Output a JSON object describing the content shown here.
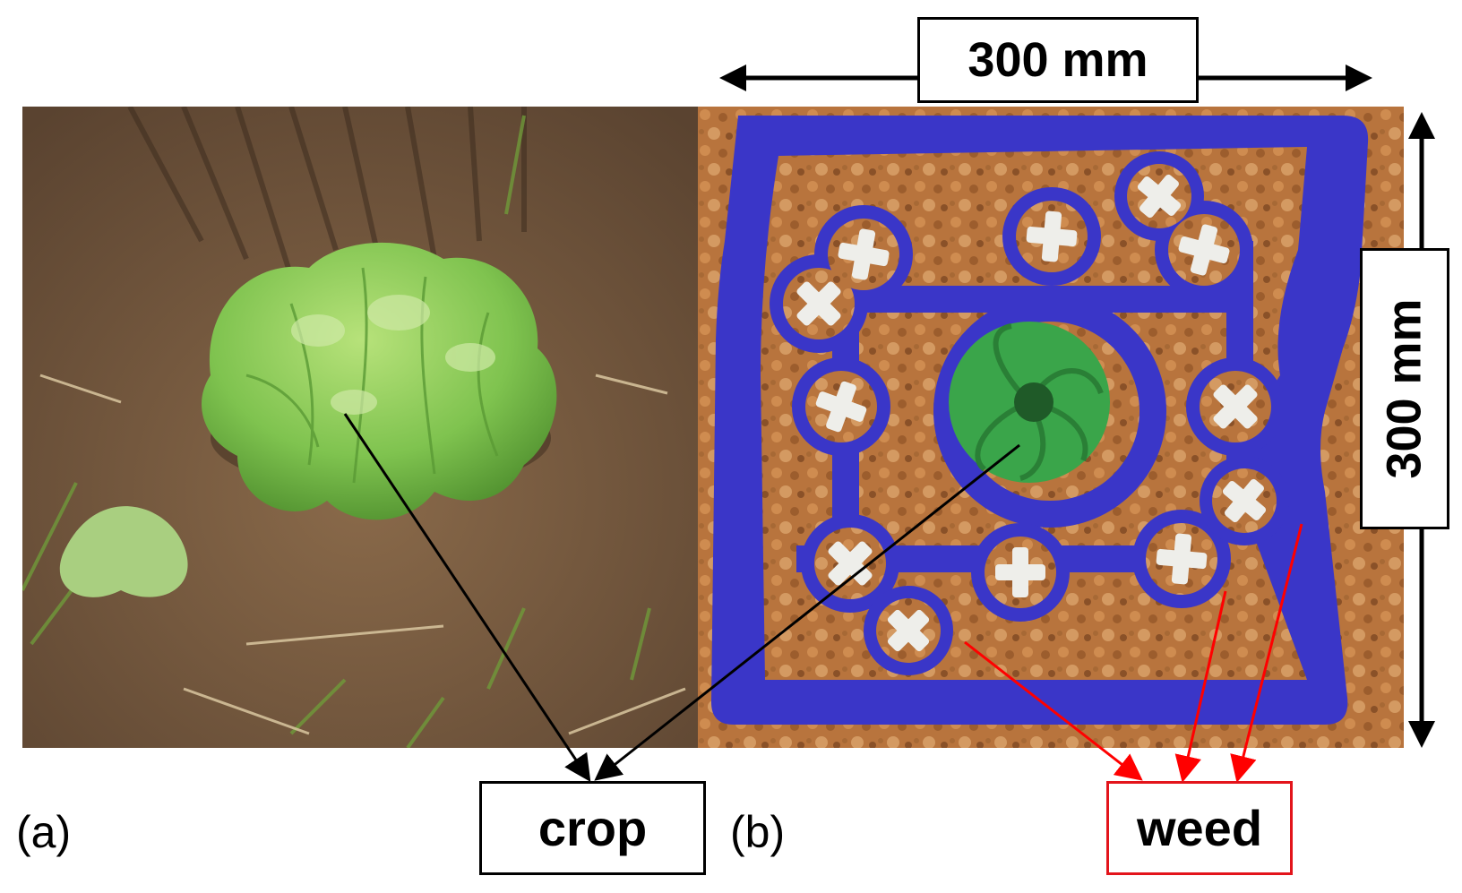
{
  "panels": {
    "a": {
      "letter": "(a)"
    },
    "b": {
      "letter": "(b)"
    }
  },
  "dimensions": {
    "width_label": "300 mm",
    "height_label": "300 mm"
  },
  "labels": {
    "crop": "crop",
    "weed": "weed"
  },
  "colors": {
    "soil_dark": "#6b5137",
    "soil_light": "#9a7b5a",
    "lettuce": "#7fc34f",
    "lettuce_dark": "#4f8f2e",
    "frame_blue": "#3a36c8",
    "gravel": "#b8743d",
    "crop_marker_green": "#3aa54a",
    "weed_marker_white": "#eeeeea",
    "crop_arrow": "#000000",
    "weed_arrow": "#ff0000",
    "weed_box_border": "#e3141b"
  }
}
